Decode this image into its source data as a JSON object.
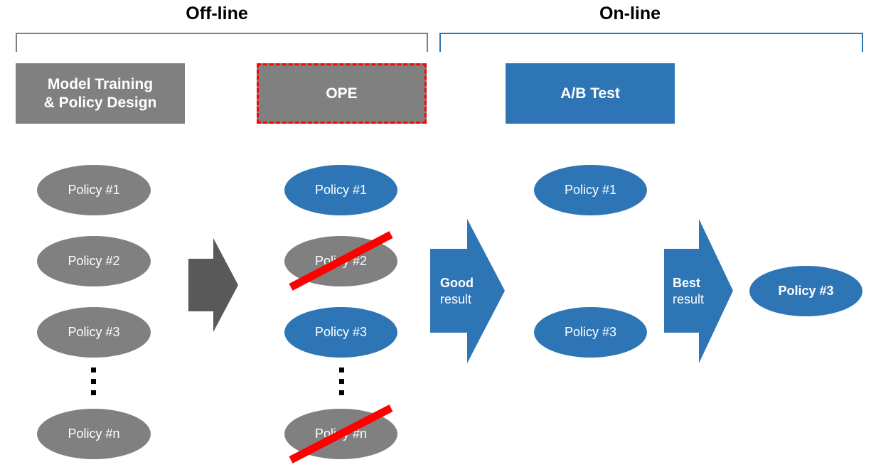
{
  "sections": {
    "offline": "Off-line",
    "online": "On-line"
  },
  "stages": {
    "training": [
      "Model Training",
      "& Policy Design"
    ],
    "ope": "OPE",
    "ab_test": "A/B Test"
  },
  "columns": {
    "training": [
      "Policy #1",
      "Policy #2",
      "Policy #3",
      "Policy #n"
    ],
    "ope": [
      "Policy #1",
      "Policy #2",
      "Policy #3",
      "Policy #n"
    ],
    "ab_test": [
      "Policy #1",
      "Policy #3"
    ],
    "final": "Policy #3"
  },
  "arrows": {
    "good": [
      "Good",
      "result"
    ],
    "best": [
      "Best",
      "result"
    ]
  },
  "colors": {
    "gray": "#808080",
    "dark_gray": "#595959",
    "blue": "#2e75b6",
    "red": "#ff0000",
    "bracket_gray": "#7f7f7f"
  },
  "icons": {
    "rejected_mark": "red-strike"
  }
}
